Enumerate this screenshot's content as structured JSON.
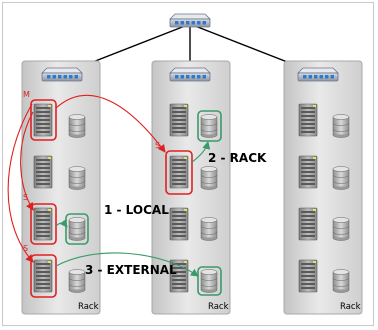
{
  "diagram": {
    "racks": [
      {
        "id": "left",
        "label": "Rack"
      },
      {
        "id": "middle",
        "label": "Rack"
      },
      {
        "id": "right",
        "label": "Rack"
      }
    ],
    "role_markers": {
      "master": "M",
      "secondary": "S"
    },
    "annotations": {
      "local": "1 - LOCAL",
      "rack": "2 - RACK",
      "external": "3 - EXTERNAL"
    },
    "colors": {
      "master_highlight": "#e02020",
      "replica_highlight": "#3a9a6a",
      "label_text": "#000000",
      "network_line": "#000000"
    },
    "icons": {
      "top_switch": "network-switch-icon",
      "rack_switch": "network-switch-icon",
      "server": "server-icon",
      "disk": "database-disk-icon"
    }
  }
}
